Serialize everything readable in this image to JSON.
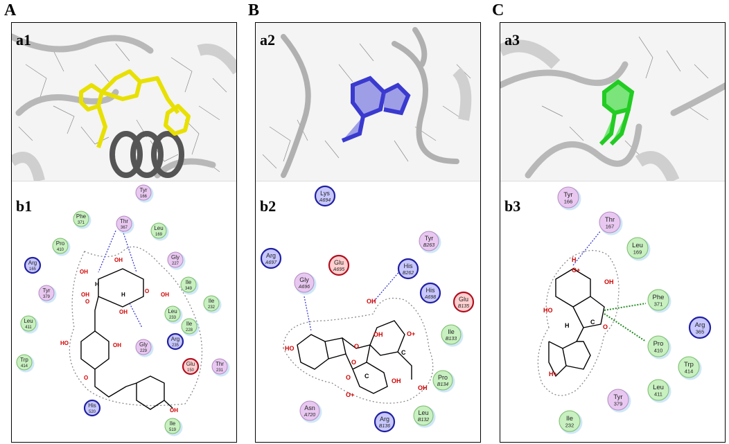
{
  "panels": {
    "A": {
      "letter": "A",
      "view_label": "a1",
      "diagram_label": "b1",
      "ligand_color": "#e8e000"
    },
    "B": {
      "letter": "B",
      "view_label": "a2",
      "diagram_label": "b2",
      "ligand_color": "#3a3ad0"
    },
    "C": {
      "letter": "C",
      "view_label": "a3",
      "diagram_label": "b3",
      "ligand_color": "#22cc22"
    }
  },
  "residue_colors": {
    "polar": "#e8c8f0",
    "hydrophobic": "#c8f0c0",
    "positive": "#c8c8ff",
    "negative": "#ffd0d0"
  },
  "b1_residues": [
    {
      "name": "Tyr",
      "num": "166",
      "kind": "polar"
    },
    {
      "name": "Thr",
      "num": "367",
      "kind": "polar"
    },
    {
      "name": "Phe",
      "num": "371",
      "kind": "hydrophobic"
    },
    {
      "name": "Leu",
      "num": "169",
      "kind": "hydrophobic"
    },
    {
      "name": "Pro",
      "num": "410",
      "kind": "hydrophobic"
    },
    {
      "name": "Gly",
      "num": "227",
      "kind": "polar"
    },
    {
      "name": "Arg",
      "num": "165",
      "kind": "positive"
    },
    {
      "name": "Ile",
      "num": "349",
      "kind": "hydrophobic"
    },
    {
      "name": "Tyr",
      "num": "379",
      "kind": "polar"
    },
    {
      "name": "Ile",
      "num": "232",
      "kind": "hydrophobic"
    },
    {
      "name": "Leu",
      "num": "233",
      "kind": "hydrophobic"
    },
    {
      "name": "Leu",
      "num": "411",
      "kind": "hydrophobic"
    },
    {
      "name": "Ile",
      "num": "228",
      "kind": "hydrophobic"
    },
    {
      "name": "Gly",
      "num": "229",
      "kind": "polar"
    },
    {
      "name": "Arg",
      "num": "235",
      "kind": "positive"
    },
    {
      "name": "Trp",
      "num": "414",
      "kind": "hydrophobic"
    },
    {
      "name": "Glu",
      "num": "150",
      "kind": "negative"
    },
    {
      "name": "Thr",
      "num": "231",
      "kind": "polar"
    },
    {
      "name": "His",
      "num": "520",
      "kind": "positive"
    },
    {
      "name": "Ile",
      "num": "519",
      "kind": "hydrophobic"
    }
  ],
  "b2_residues": [
    {
      "name": "Lys",
      "num": "A694",
      "kind": "positive"
    },
    {
      "name": "Tyr",
      "num": "B263",
      "kind": "polar"
    },
    {
      "name": "Arg",
      "num": "A697",
      "kind": "positive"
    },
    {
      "name": "Glu",
      "num": "A695",
      "kind": "negative"
    },
    {
      "name": "His",
      "num": "B262",
      "kind": "positive"
    },
    {
      "name": "Gly",
      "num": "A696",
      "kind": "polar"
    },
    {
      "name": "His",
      "num": "A698",
      "kind": "positive"
    },
    {
      "name": "Glu",
      "num": "B135",
      "kind": "negative"
    },
    {
      "name": "Ile",
      "num": "B133",
      "kind": "hydrophobic"
    },
    {
      "name": "Pro",
      "num": "B134",
      "kind": "hydrophobic"
    },
    {
      "name": "Asn",
      "num": "A720",
      "kind": "polar"
    },
    {
      "name": "Leu",
      "num": "B132",
      "kind": "hydrophobic"
    },
    {
      "name": "Arg",
      "num": "B136",
      "kind": "positive"
    }
  ],
  "b3_residues": [
    {
      "name": "Tyr",
      "num": "166",
      "kind": "polar"
    },
    {
      "name": "Thr",
      "num": "167",
      "kind": "polar"
    },
    {
      "name": "Leu",
      "num": "169",
      "kind": "hydrophobic"
    },
    {
      "name": "Phe",
      "num": "371",
      "kind": "hydrophobic"
    },
    {
      "name": "Arg",
      "num": "365",
      "kind": "positive"
    },
    {
      "name": "Pro",
      "num": "410",
      "kind": "hydrophobic"
    },
    {
      "name": "Trp",
      "num": "414",
      "kind": "hydrophobic"
    },
    {
      "name": "Leu",
      "num": "411",
      "kind": "hydrophobic"
    },
    {
      "name": "Tyr",
      "num": "379",
      "kind": "polar"
    },
    {
      "name": "Ile",
      "num": "232",
      "kind": "hydrophobic"
    }
  ],
  "atom_labels": {
    "oh": "OH",
    "o": "O",
    "ho": "HO",
    "h": "H",
    "c": "C",
    "o_plus": "O+",
    "h_plus": "H+"
  }
}
